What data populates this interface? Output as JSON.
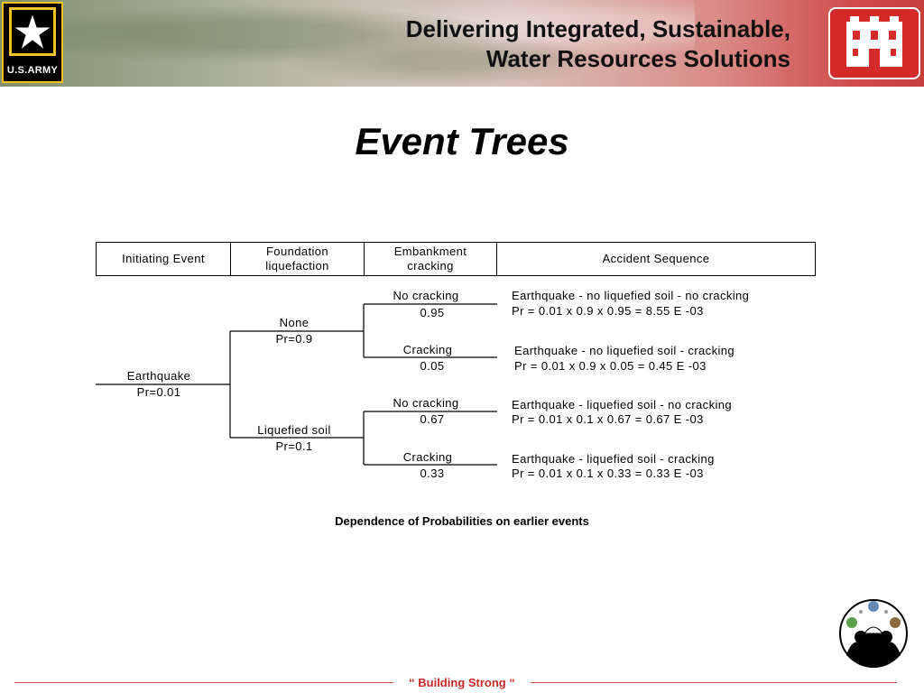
{
  "header": {
    "title_line1": "Delivering Integrated, Sustainable,",
    "title_line2": "Water Resources Solutions",
    "army_logo_text": "U.S.ARMY",
    "accent_color": "#c83e3e",
    "army_gold": "#f1c21b"
  },
  "slide": {
    "title": "Event Trees"
  },
  "table_header": {
    "col1": "Initiating Event",
    "col2_line1": "Foundation",
    "col2_line2": "liquefaction",
    "col3_line1": "Embankment",
    "col3_line2": "cracking",
    "col4": "Accident Sequence"
  },
  "tree": {
    "initiating": {
      "name": "Earthquake",
      "prob": "Pr=0.01"
    },
    "foundation": [
      {
        "name": "None",
        "prob": "Pr=0.9"
      },
      {
        "name": "Liquefied soil",
        "prob": "Pr=0.1"
      }
    ],
    "embankment": [
      {
        "name": "No cracking",
        "prob": "0.95"
      },
      {
        "name": "Cracking",
        "prob": "0.05"
      },
      {
        "name": "No cracking",
        "prob": "0.67"
      },
      {
        "name": "Cracking",
        "prob": "0.33"
      }
    ],
    "sequences": [
      {
        "desc": "Earthquake - no liquefied soil - no cracking",
        "calc": "Pr = 0.01 x 0.9 x 0.95 = 8.55 E -03"
      },
      {
        "desc": "Earthquake - no liquefied soil - cracking",
        "calc": "Pr = 0.01 x 0.9 x 0.05 = 0.45 E -03"
      },
      {
        "desc": "Earthquake - liquefied soil - no cracking",
        "calc": "Pr = 0.01 x 0.1 x 0.67 = 0.67 E -03"
      },
      {
        "desc": "Earthquake - liquefied soil - cracking",
        "calc": "Pr = 0.01 x 0.1 x 0.33 = 0.33 E -03"
      }
    ]
  },
  "caption": "Dependence of Probabilities on earlier events",
  "footer": {
    "slogan": "“ Building  Strong “"
  }
}
